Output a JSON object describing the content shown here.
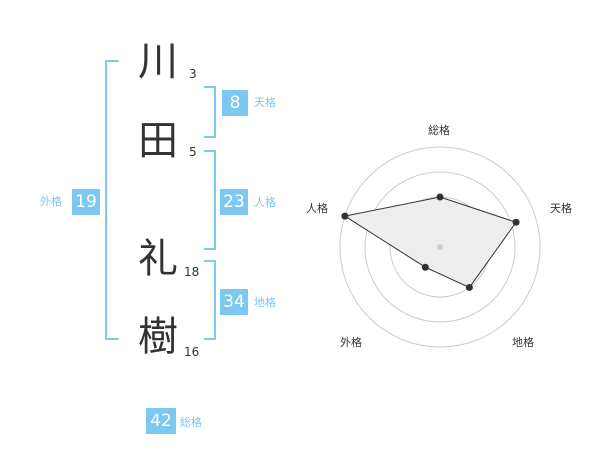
{
  "name": {
    "chars": [
      {
        "char": "川",
        "strokes": "3"
      },
      {
        "char": "田",
        "strokes": "5"
      },
      {
        "char": "礼",
        "strokes": "18"
      },
      {
        "char": "樹",
        "strokes": "16"
      }
    ]
  },
  "kaku": {
    "tenkaku": {
      "value": "8",
      "label": "天格"
    },
    "jinkaku": {
      "value": "23",
      "label": "人格"
    },
    "chikaku": {
      "value": "34",
      "label": "地格"
    },
    "gaikaku": {
      "value": "19",
      "label": "外格"
    },
    "soukaku": {
      "value": "42",
      "label": "総格"
    }
  },
  "radar": {
    "labels": {
      "soukaku": "総格",
      "tenkaku": "天格",
      "chikaku": "地格",
      "gaikaku": "外格",
      "jinkaku": "人格"
    },
    "rings": 4,
    "scores": {
      "soukaku": 0.5,
      "tenkaku": 0.8,
      "chikaku": 0.5,
      "gaikaku": 0.25,
      "jinkaku": 1.0
    },
    "colors": {
      "ring": "#cccccc",
      "fill": "#eeeeee",
      "line": "#333333",
      "center": "#cccccc"
    }
  }
}
